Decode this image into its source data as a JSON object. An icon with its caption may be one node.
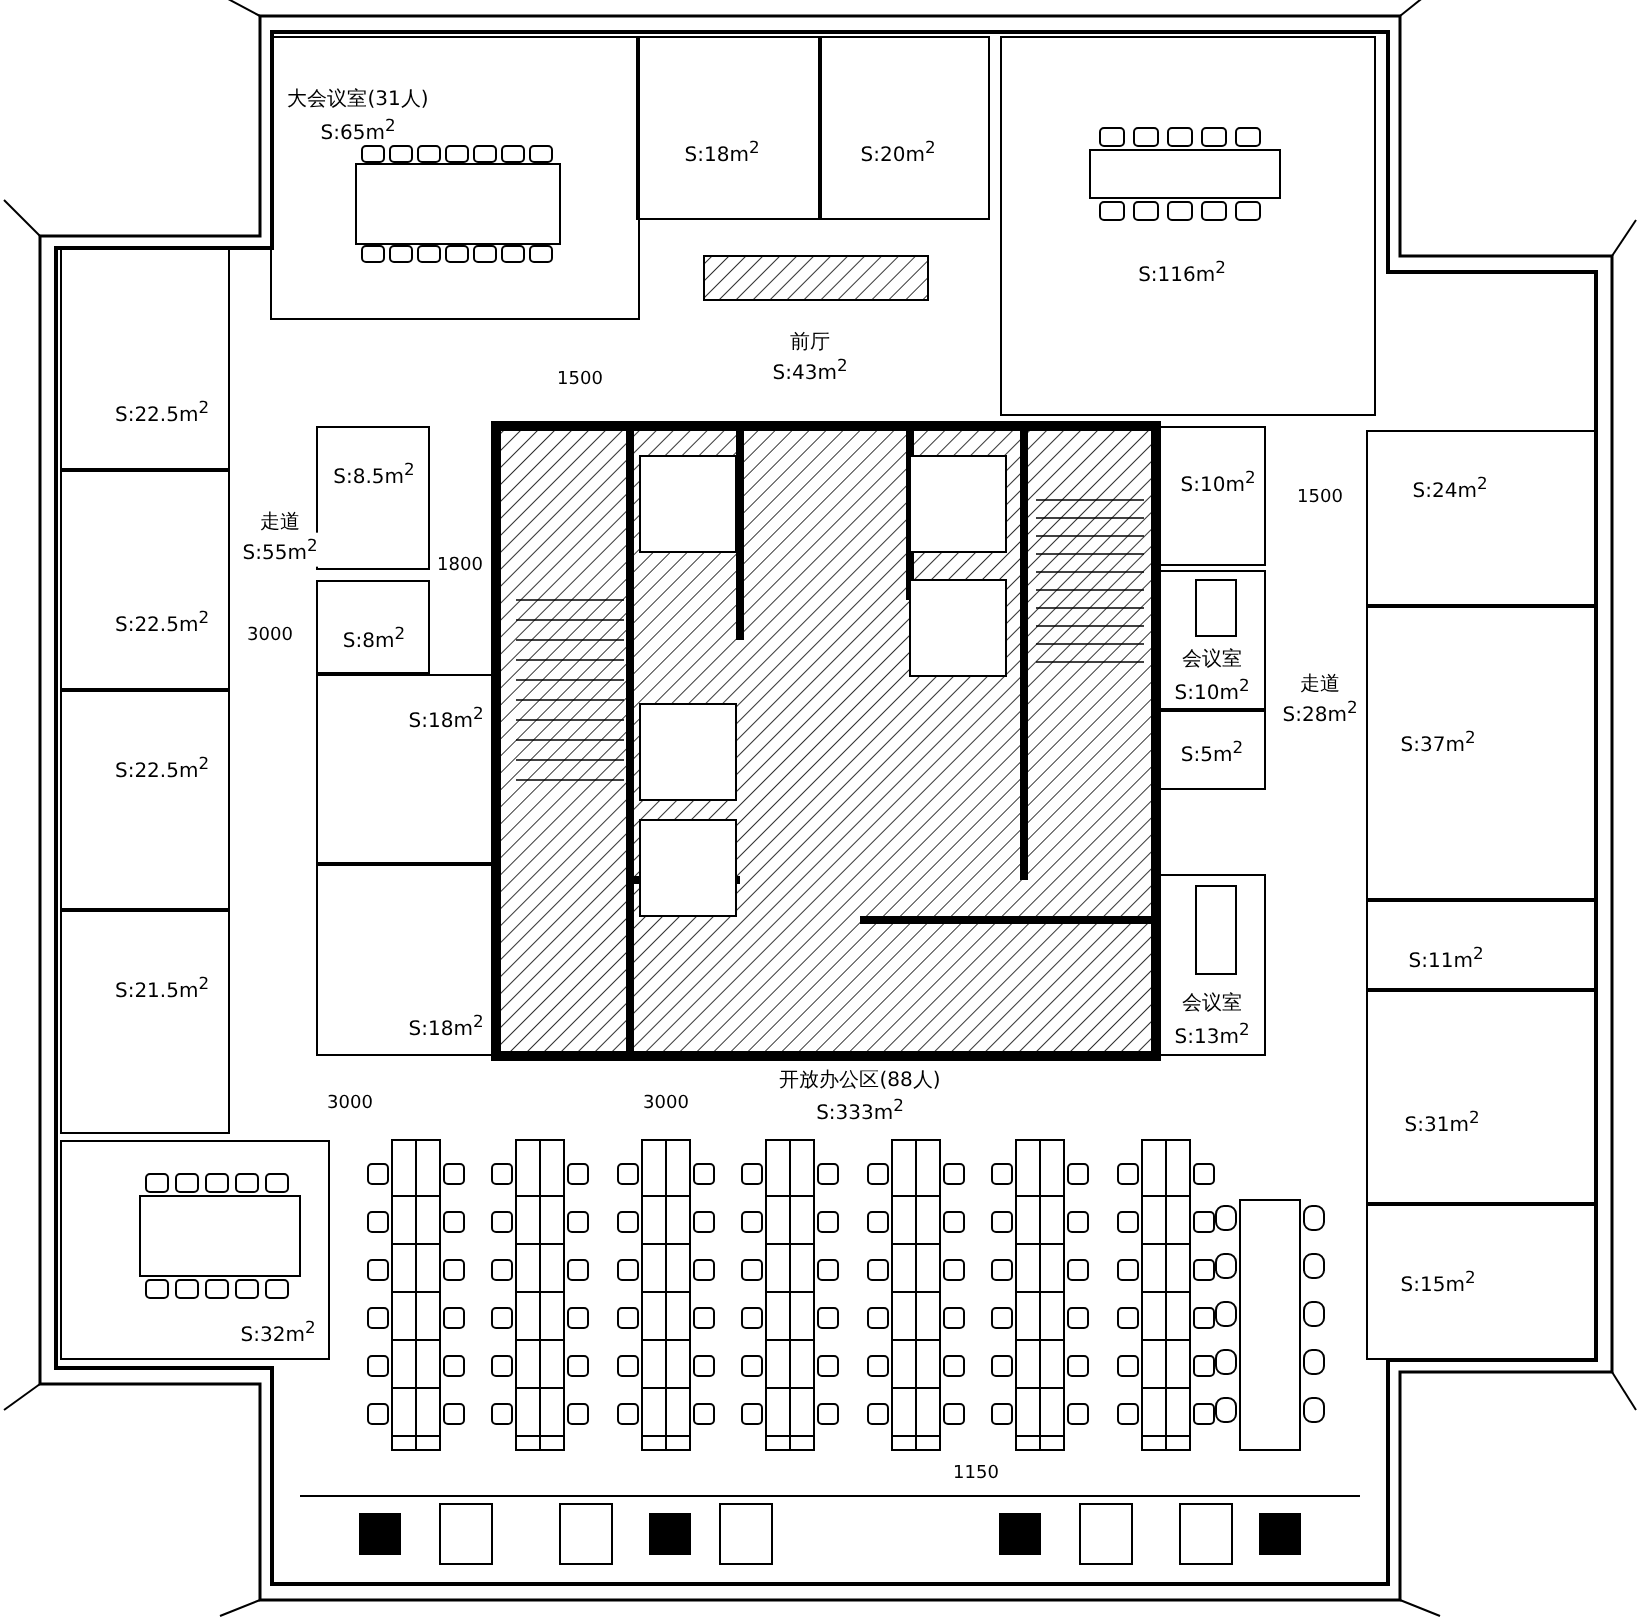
{
  "diagram": {
    "nodes": [
      {
        "text": [
          "大会议室(31人)",
          "S:65m$^{2}$"
        ]
      },
      {
        "text": [
          "S:18m$^{2}$"
        ]
      },
      {
        "text": [
          "S:20m$^{2}$"
        ]
      },
      {
        "text": [
          "S:116m$^{2}$"
        ]
      },
      {
        "text": [
          "S:22.5m$^{2}$"
        ]
      },
      {
        "text": [
          "S:22.5m$^{2}$"
        ]
      },
      {
        "text": [
          "S:22.5m$^{2}$"
        ]
      },
      {
        "text": [
          "S:21.5m$^{2}$"
        ]
      },
      {
        "text": [
          "S:8.5m$^{2}$"
        ]
      },
      {
        "text": [
          "S:8m$^{2}$"
        ]
      },
      {
        "text": [
          "S:18m$^{2}$"
        ]
      },
      {
        "text": [
          "S:18m$^{2}$"
        ]
      },
      {
        "text": [
          "S:10m$^{2}$"
        ]
      },
      {
        "text": [
          "会议室",
          "S:10m$^{2}$"
        ]
      },
      {
        "text": [
          "S:5m$^{2}$"
        ]
      },
      {
        "text": [
          "会议室",
          "S:13m$^{2}$"
        ]
      },
      {
        "text": [
          "S:24m$^{2}$"
        ]
      },
      {
        "text": [
          "S:37m$^{2}$"
        ]
      },
      {
        "text": [
          "S:11m$^{2}$"
        ]
      },
      {
        "text": [
          "S:31m$^{2}$"
        ]
      },
      {
        "text": [
          "S:15m$^{2}$"
        ]
      },
      {
        "text": [
          "S:32m$^{2}$"
        ]
      }
    ],
    "labels": [
      "前厅",
      "S:43m$^{2}$",
      "走道",
      "S:55m$^{2}$",
      "走道",
      "S:28m$^{2}$",
      "开放办公区(88人)",
      "S:333m$^{2}$",
      "1500",
      "1800",
      "3000",
      "1500",
      "3000",
      "3000",
      "1150"
    ]
  }
}
